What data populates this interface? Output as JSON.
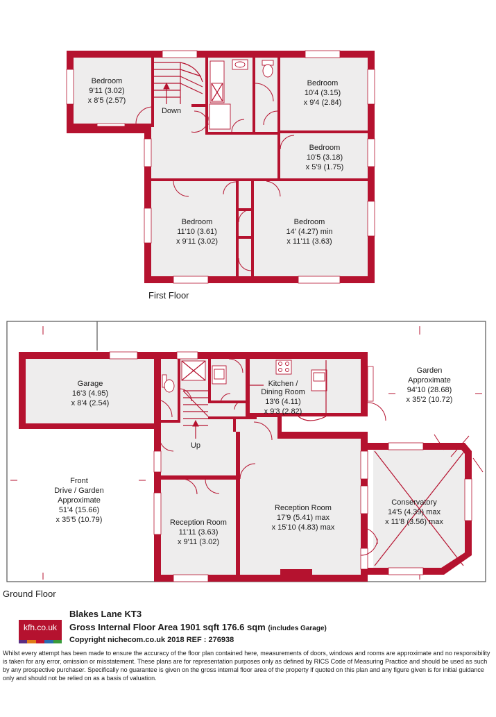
{
  "first_floor": {
    "label": "First Floor",
    "down_label": "Down",
    "rooms": [
      {
        "name": "Bedroom",
        "line1": "9'11 (3.02)",
        "line2": "x 8'5 (2.57)"
      },
      {
        "name": "Bedroom",
        "line1": "10'4 (3.15)",
        "line2": "x 9'4 (2.84)"
      },
      {
        "name": "Bedroom",
        "line1": "10'5 (3.18)",
        "line2": "x 5'9 (1.75)"
      },
      {
        "name": "Bedroom",
        "line1": "11'10 (3.61)",
        "line2": "x 9'11 (3.02)"
      },
      {
        "name": "Bedroom",
        "line1": "14' (4.27) min",
        "line2": "x 11'11 (3.63)"
      }
    ]
  },
  "ground_floor": {
    "label": "Ground Floor",
    "up_label": "Up",
    "garage": {
      "name": "Garage",
      "line1": "16'3 (4.95)",
      "line2": "x 8'4 (2.54)"
    },
    "kitchen": {
      "name": "Kitchen /",
      "name2": "Dining Room",
      "line1": "13'6 (4.11)",
      "line2": "x 9'3 (2.82)"
    },
    "garden": {
      "name": "Garden",
      "name2": "Approximate",
      "line1": "94'10 (28.68)",
      "line2": "x 35'2 (10.72)"
    },
    "front": {
      "name": "Front",
      "name2": "Drive / Garden",
      "name3": "Approximate",
      "line1": "51'4 (15.66)",
      "line2": "x 35'5 (10.79)"
    },
    "reception_small": {
      "name": "Reception Room",
      "line1": "11'11 (3.63)",
      "line2": "x 9'11 (3.02)"
    },
    "reception_large": {
      "name": "Reception Room",
      "line1": "17'9 (5.41) max",
      "line2": "x 15'10 (4.83) max"
    },
    "conservatory": {
      "name": "Conservatory",
      "line1": "14'5 (4.39) max",
      "line2": "x 11'8 (3.56) max"
    }
  },
  "footer": {
    "logo": "kfh.co.uk",
    "logo_colors": [
      "#5b2d82",
      "#e07b18",
      "#c41230",
      "#2b6cb0",
      "#3a9a3a"
    ],
    "address": "Blakes Lane  KT3",
    "area": "Gross Internal Floor Area 1901 sqft 176.6 sqm",
    "area_note": "(includes Garage)",
    "copyright": "Copyright nichecom.co.uk 2018 REF : 276938",
    "disclaimer": "Whilst every attempt has been made to ensure the accuracy of the floor plan contained here, measurements of doors, windows and rooms are approximate and no responsibility is taken for any error, omission or misstatement.  These plans are for representation purposes only as defined by RICS Code of Measuring Practice and should be used as such by any prospective purchaser.  Specifically no guarantee is given on the gross internal floor area of the property if quoted on this plan and any figure given is for initial guidance only and should not be relied on as a basis of valuation."
  },
  "colors": {
    "wall": "#b5122f",
    "floor": "#eeeded"
  }
}
